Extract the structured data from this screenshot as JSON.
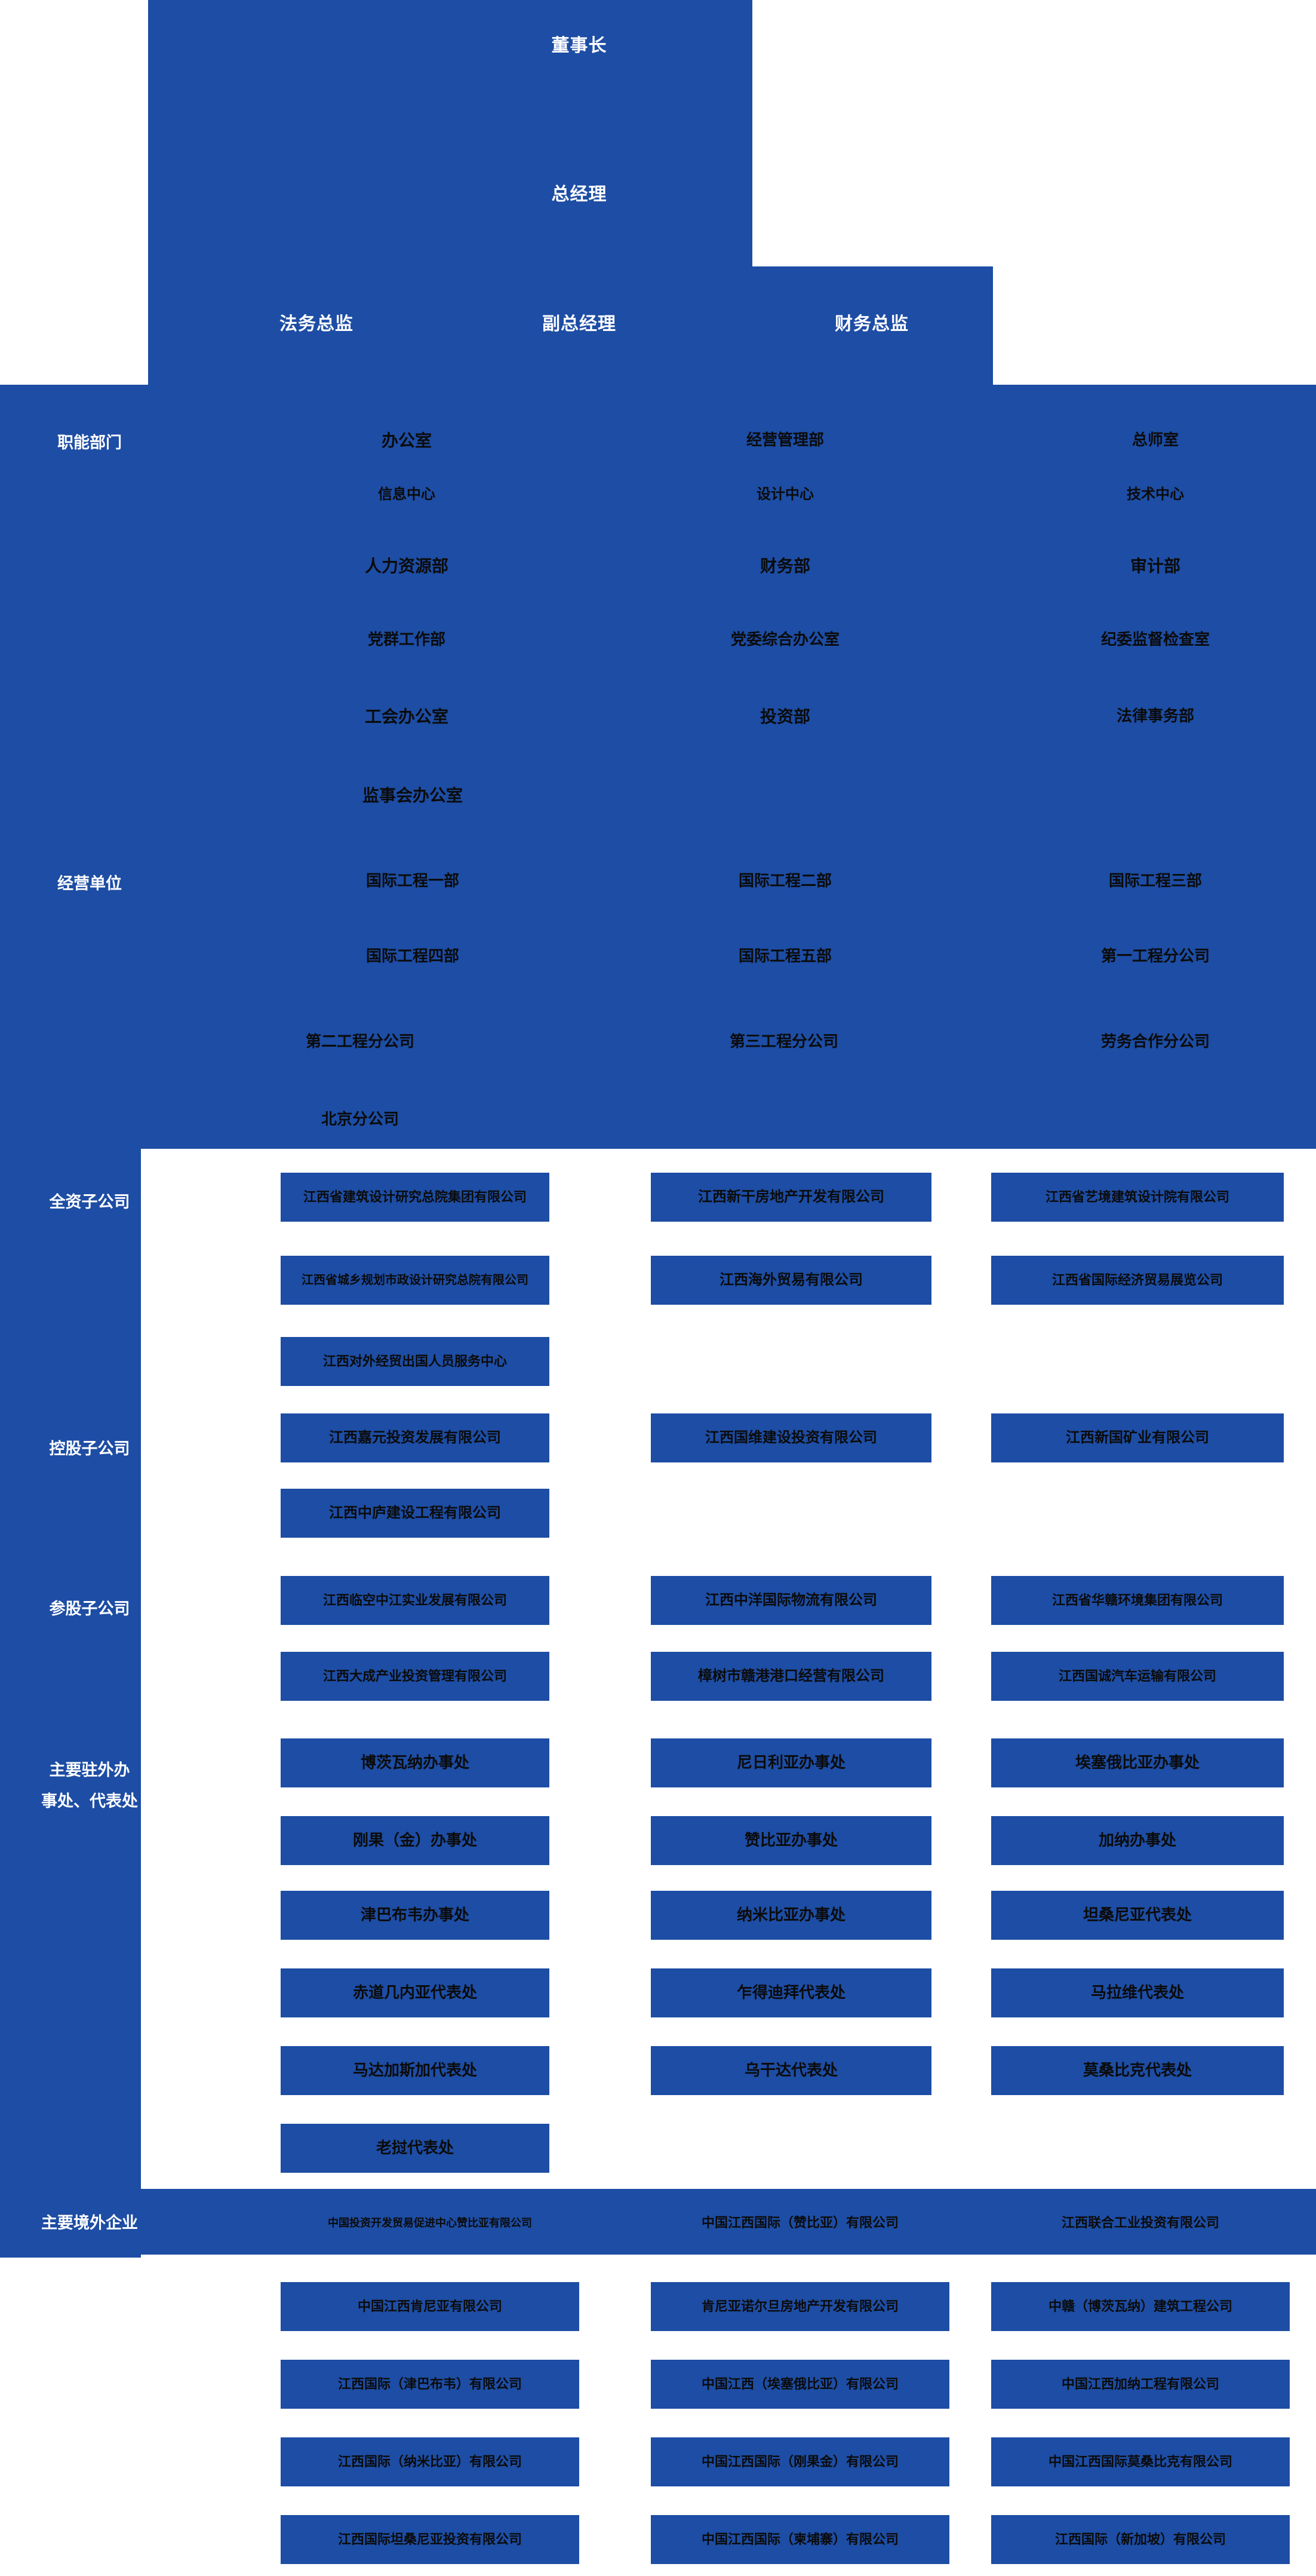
{
  "colors": {
    "panel_blue": "#1d4da4",
    "page_background": "#ffffff",
    "white_text": "#ffffff",
    "dark_text": "#0b0b0b"
  },
  "executive": {
    "chairman": "董事长",
    "general_manager": "总经理",
    "legal_director": "法务总监",
    "deputy_general_manager": "副总经理",
    "finance_director": "财务总监"
  },
  "sections": [
    {
      "id": "functional-departments",
      "label": "职能部门",
      "columns": [
        [
          "办公室",
          "信息中心",
          "人力资源部",
          "党群工作部",
          "工会办公室",
          "监事会办公室"
        ],
        [
          "经营管理部",
          "设计中心",
          "财务部",
          "党委综合办公室",
          "投资部"
        ],
        [
          "总师室",
          "技术中心",
          "审计部",
          "纪委监督检查室",
          "法律事务部"
        ]
      ]
    },
    {
      "id": "business-units",
      "label": "经营单位",
      "columns": [
        [
          "国际工程一部",
          "国际工程四部",
          "第二工程分公司",
          "北京分公司"
        ],
        [
          "国际工程二部",
          "国际工程五部",
          "第三工程分公司"
        ],
        [
          "国际工程三部",
          "第一工程分公司",
          "劳务合作分公司"
        ]
      ]
    },
    {
      "id": "wholly-owned-subsidiaries",
      "label": "全资子公司",
      "columns": [
        [
          "江西省建筑设计研究总院集团有限公司",
          "江西省城乡规划市政设计研究总院有限公司",
          "江西对外经贸出国人员服务中心"
        ],
        [
          "江西新干房地产开发有限公司",
          "江西海外贸易有限公司"
        ],
        [
          "江西省艺境建筑设计院有限公司",
          "江西省国际经济贸易展览公司"
        ]
      ]
    },
    {
      "id": "controlled-subsidiaries",
      "label": "控股子公司",
      "columns": [
        [
          "江西嘉元投资发展有限公司",
          "江西中庐建设工程有限公司"
        ],
        [
          "江西国维建设投资有限公司"
        ],
        [
          "江西新国矿业有限公司"
        ]
      ]
    },
    {
      "id": "participating-subsidiaries",
      "label": "参股子公司",
      "columns": [
        [
          "江西临空中江实业发展有限公司",
          "江西大成产业投资管理有限公司"
        ],
        [
          "江西中洋国际物流有限公司",
          "樟树市赣港港口经营有限公司"
        ],
        [
          "江西省华赣环境集团有限公司",
          "江西国诚汽车运输有限公司"
        ]
      ]
    },
    {
      "id": "overseas-offices",
      "label": "主要驻外办事处、代表处",
      "label_lines": [
        "主要驻外办",
        "事处、代表处"
      ],
      "columns": [
        [
          "博茨瓦纳办事处",
          "刚果（金）办事处",
          "津巴布韦办事处",
          "赤道几内亚代表处",
          "马达加斯加代表处",
          "老挝代表处"
        ],
        [
          "尼日利亚办事处",
          "赞比亚办事处",
          "纳米比亚办事处",
          "乍得迪拜代表处",
          "乌干达代表处"
        ],
        [
          "埃塞俄比亚办事处",
          "加纳办事处",
          "坦桑尼亚代表处",
          "马拉维代表处",
          "莫桑比克代表处"
        ]
      ]
    },
    {
      "id": "overseas-enterprises",
      "label": "主要境外企业",
      "columns": [
        [
          "中国投资开发贸易促进中心赞比亚有限公司",
          "中国江西肯尼亚有限公司",
          "江西国际（津巴布韦）有限公司",
          "江西国际（纳米比亚）有限公司",
          "江西国际坦桑尼亚投资有限公司"
        ],
        [
          "中国江西国际（赞比亚）有限公司",
          "肯尼亚诺尔旦房地产开发有限公司",
          "中国江西（埃塞俄比亚）有限公司",
          "中国江西国际（刚果金）有限公司",
          "中国江西国际（柬埔寨）有限公司"
        ],
        [
          "江西联合工业投资有限公司",
          "中赣（博茨瓦纳）建筑工程公司",
          "中国江西加纳工程有限公司",
          "中国江西国际莫桑比克有限公司",
          "江西国际（新加坡）有限公司"
        ]
      ]
    }
  ]
}
